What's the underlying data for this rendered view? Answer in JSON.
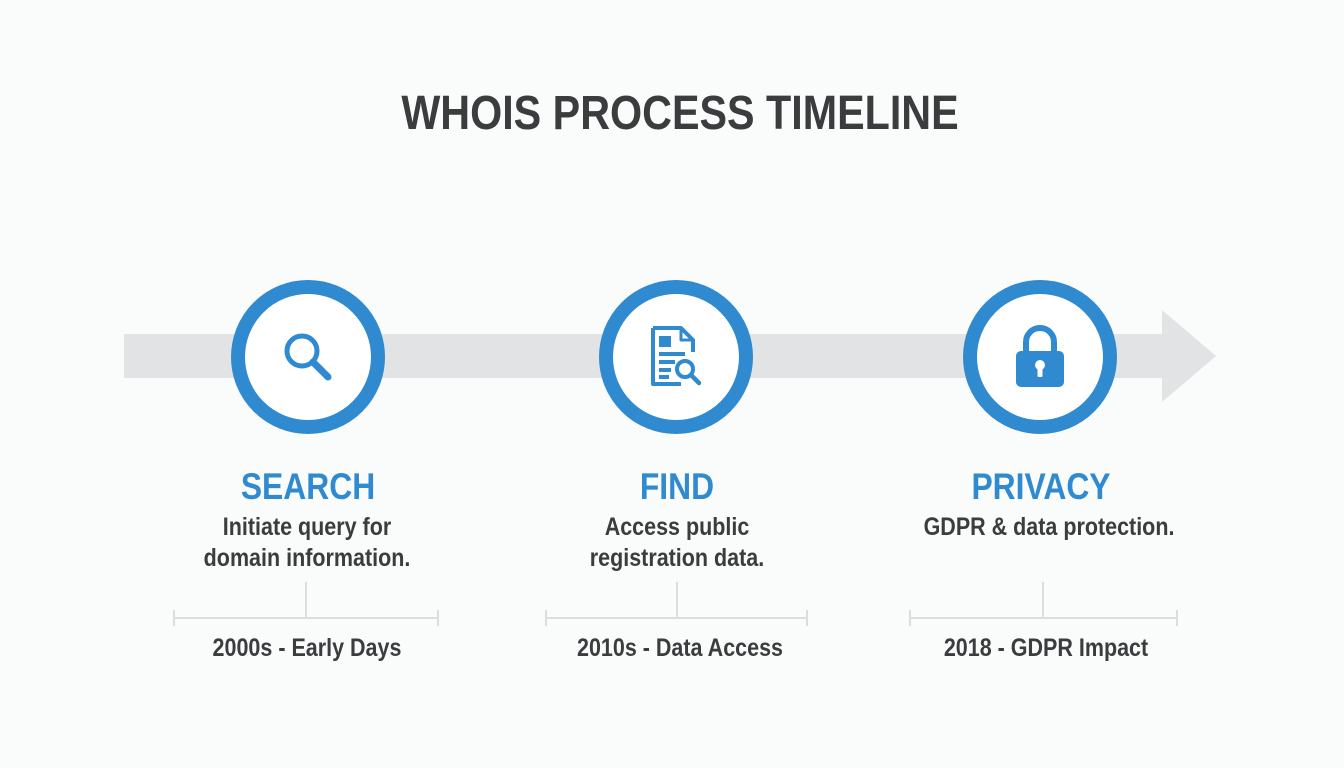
{
  "title": "WHOIS PROCESS TIMELINE",
  "colors": {
    "accent": "#2f8ad0",
    "text_dark": "#3b3c3e",
    "arrow_gray": "#e2e3e4",
    "bracket_gray": "#dcdddf",
    "background": "#fafbfb"
  },
  "steps": [
    {
      "icon": "search-icon",
      "title": "SEARCH",
      "desc_line1": "Initiate query for",
      "desc_line2": "domain information.",
      "era": "2000s - Early Days"
    },
    {
      "icon": "document-search-icon",
      "title": "FIND",
      "desc_line1": "Access public",
      "desc_line2": "registration data.",
      "era": "2010s - Data Access"
    },
    {
      "icon": "lock-icon",
      "title": "PRIVACY",
      "desc_line1": "GDPR & data protection.",
      "desc_line2": "",
      "era": "2018 - GDPR Impact"
    }
  ]
}
